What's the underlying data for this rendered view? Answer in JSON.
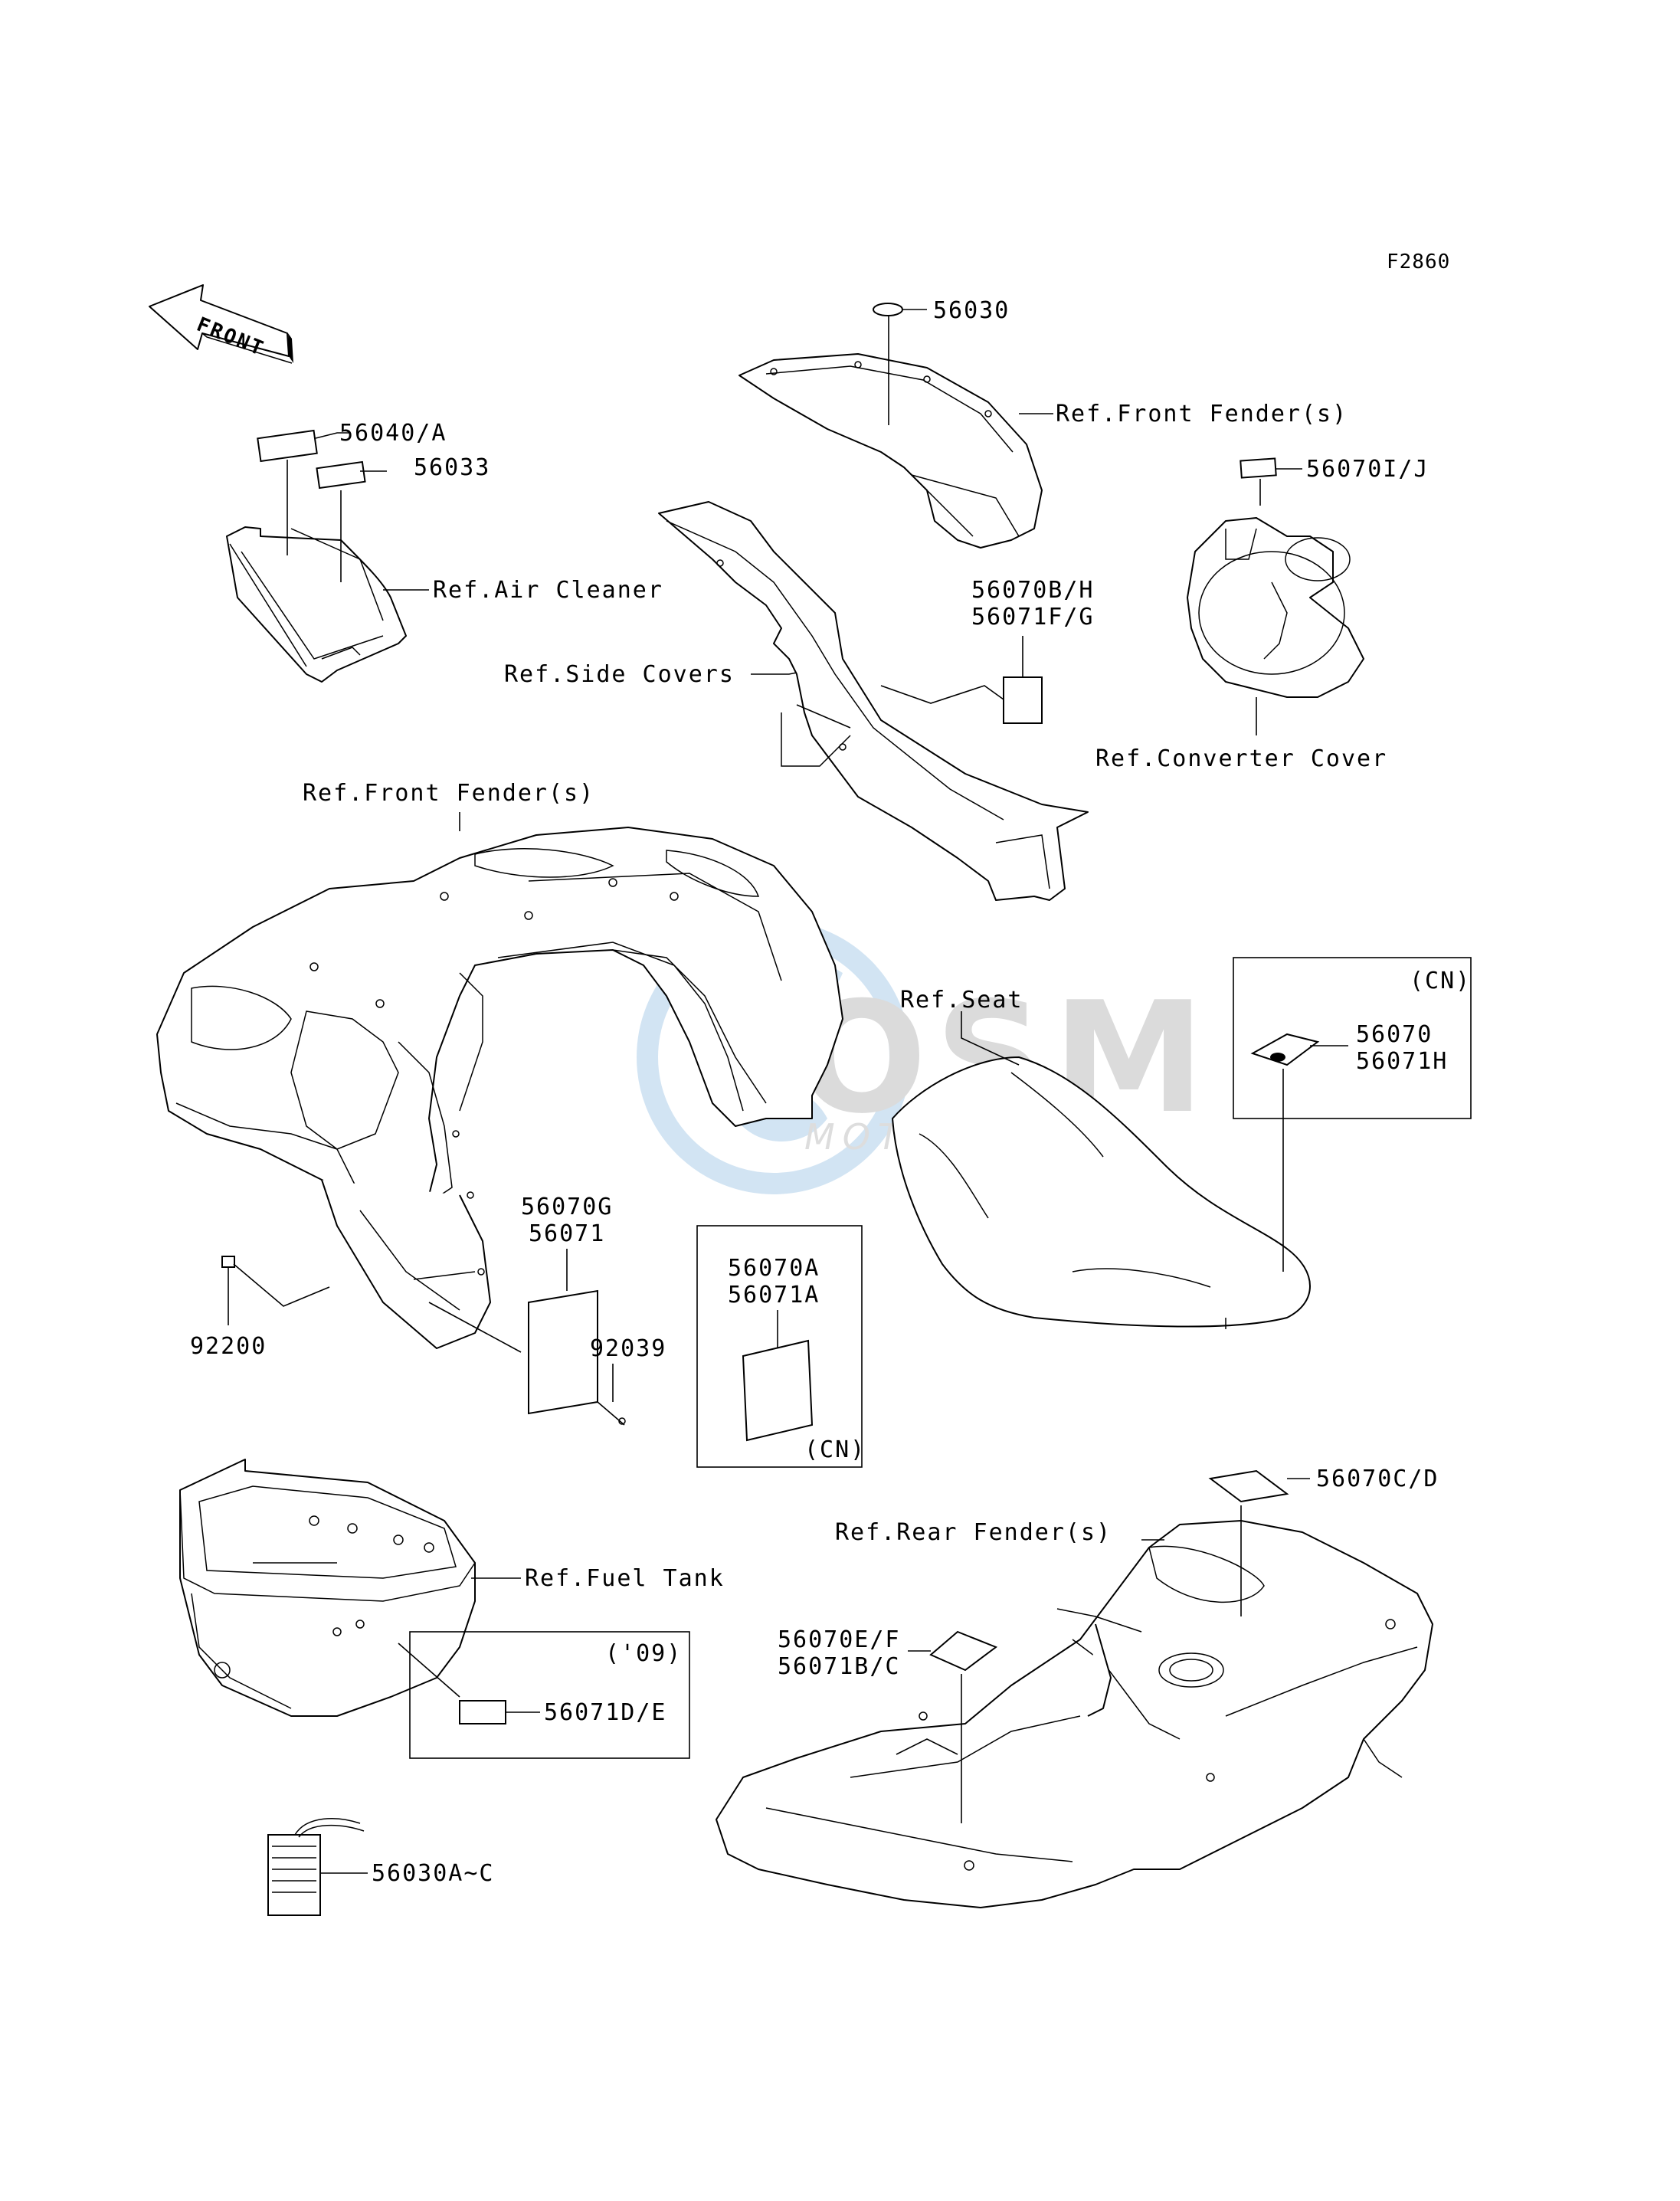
{
  "diagram": {
    "figure_code": "F2860",
    "front_arrow": "FRONT",
    "icons": [
      "front-arrow-icon",
      "watermark-logo-icon"
    ],
    "watermark": {
      "brand": "OSM",
      "sub": "MOTORPARTS"
    },
    "labels": {
      "p56030": "56030",
      "ref_front_fender_top": "Ref.Front Fender(s)",
      "p56040a": "56040/A",
      "p56033": "56033",
      "ref_air_cleaner": "Ref.Air Cleaner",
      "p56070ij": "56070I/J",
      "p56070bh": "56070B/H",
      "p56071fg": "56071F/G",
      "ref_side_covers": "Ref.Side Covers",
      "ref_converter_cover": "Ref.Converter Cover",
      "ref_front_fender_mid": "Ref.Front Fender(s)",
      "ref_seat": "Ref.Seat",
      "cn1": "(CN)",
      "p56070": "56070",
      "p56071h": "56071H",
      "p56070g": "56070G",
      "p56071": "56071",
      "p56070a": "56070A",
      "p56071a": "56071A",
      "cn2": "(CN)",
      "p92200": "92200",
      "p92039": "92039",
      "p56070cd": "56070C/D",
      "ref_rear_fender": "Ref.Rear Fender(s)",
      "ref_fuel_tank": "Ref.Fuel Tank",
      "y09": "('09)",
      "p56071de": "56071D/E",
      "p56070ef": "56070E/F",
      "p56071bc": "56071B/C",
      "p56030ac": "56030A~C"
    }
  }
}
